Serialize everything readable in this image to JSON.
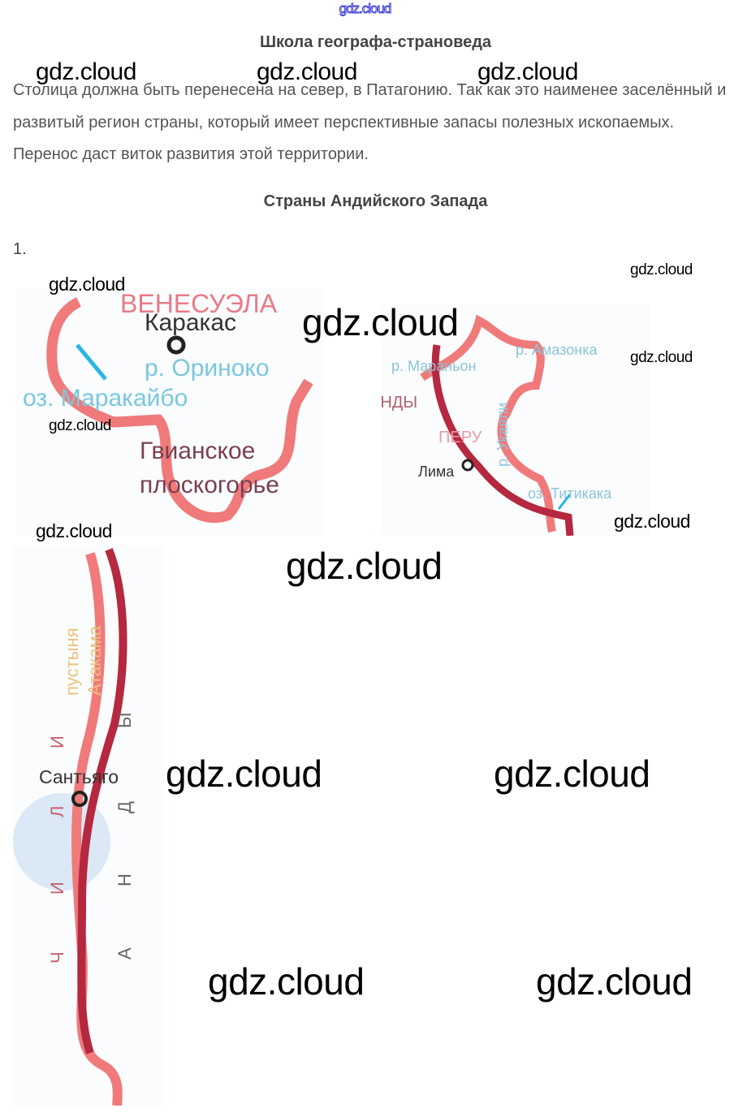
{
  "header": {
    "site_mark": "gdz.cloud"
  },
  "section1": {
    "title": "Школа географа-страноведа",
    "paragraph": "Столица должна быть перенесена на север, в Патагонию. Так как это наименее заселённый и развитый регион страны, который имеет перспективные запасы полезных ископаемых. Перенос даст виток развития этой территории."
  },
  "section2": {
    "title": "Страны Андийского Запада",
    "item_number": "1."
  },
  "map_venezuela": {
    "country": "ВЕНЕСУЭЛА",
    "capital": "Каракас",
    "river": "р. Ориноко",
    "lake": "оз. Маракайбо",
    "highland_line1": "Гвианское",
    "highland_line2": "плоскогорье"
  },
  "map_peru": {
    "river1": "р. Мараньон",
    "river2": "р. Амазонка",
    "river3": "р. Укаяли",
    "mountains": "АНДЫ",
    "country": "ПЕРУ",
    "capital": "Лима",
    "lake": "оз. Титикака"
  },
  "map_chile": {
    "desert_line1": "пустыня",
    "desert_line2": "Атакама",
    "capital": "Сантьяго",
    "country_letters": [
      "Ч",
      "И",
      "Л",
      "И"
    ],
    "mountain_letters": [
      "Ы",
      "Д",
      "Н",
      "А"
    ]
  },
  "watermark": "gdz.cloud",
  "colors": {
    "border": "#f07a7a",
    "andes": "#b5283f",
    "water": "#29b6e0"
  }
}
